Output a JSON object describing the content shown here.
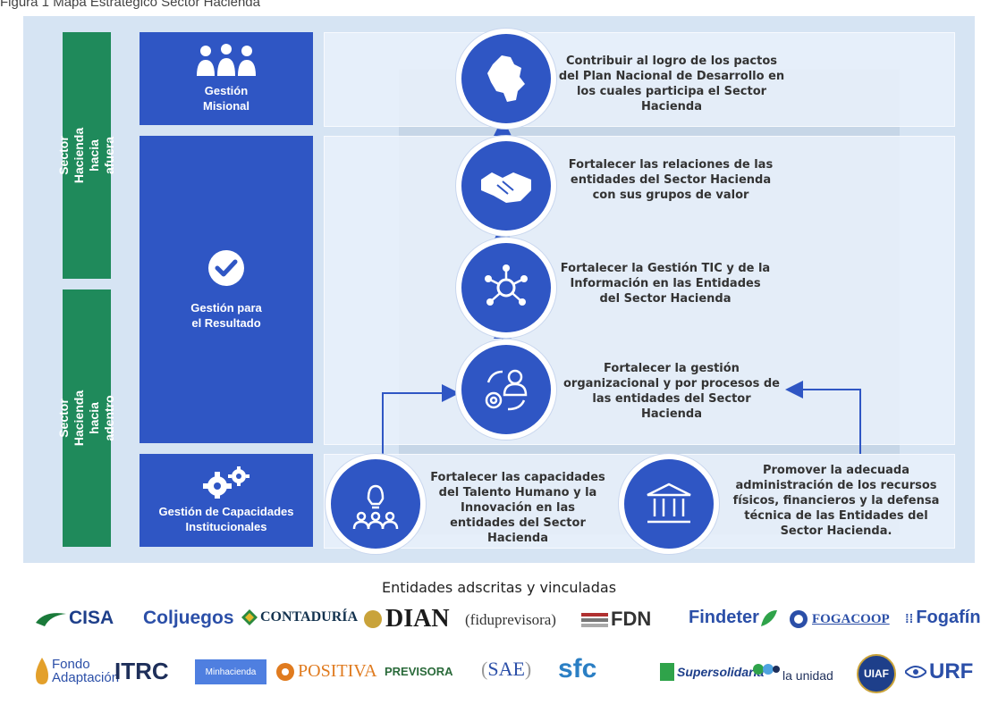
{
  "caption": "Figura 1 Mapa Estratégico Sector Hacienda",
  "side_bars": [
    {
      "label": "Sector Hacienda\nhacia afuera"
    },
    {
      "label": "Sector Hacienda\nhacia adentro"
    }
  ],
  "boxes": [
    {
      "label": "Gestión\nMisional",
      "icon": "people-icon"
    },
    {
      "label": "Gestión para\nel Resultado",
      "icon": "check-circle-icon"
    },
    {
      "label": "Gestión de Capacidades\nInstitucionales",
      "icon": "gears-icon"
    }
  ],
  "objectives": [
    {
      "text": "Contribuir al logro de los pactos del Plan Nacional de Desarrollo en los cuales participa el Sector Hacienda",
      "icon": "colombia-map-icon"
    },
    {
      "text": "Fortalecer las relaciones de las entidades del Sector Hacienda con sus grupos de valor",
      "icon": "handshake-icon"
    },
    {
      "text": "Fortalecer la Gestión TIC y de la Información en las Entidades del Sector Hacienda",
      "icon": "network-icon"
    },
    {
      "text": "Fortalecer la gestión organizacional y por procesos de las entidades del Sector Hacienda",
      "icon": "process-user-icon"
    },
    {
      "text": "Fortalecer las capacidades del Talento Humano y la Innovación en las entidades del Sector Hacienda",
      "icon": "idea-people-icon"
    },
    {
      "text": "Promover la adecuada administración de los recursos físicos, financieros y la defensa técnica de las Entidades del Sector Hacienda.",
      "icon": "institution-icon"
    }
  ],
  "logos_title": "Entidades adscritas y vinculadas",
  "logos_row1": [
    "CISA",
    "Coljuegos",
    "CONTADURÍA",
    "DIAN",
    "(fiduprevisora)",
    "FDN",
    "Findeter",
    "FOGACOOP",
    "Fogafín"
  ],
  "logos_row2": [
    "Fondo Adaptación",
    "ITRC",
    "Minhacienda",
    "POSITIVA",
    "PREVISORA",
    "SAE",
    "sfc",
    "Supersolidaria",
    "la unidad",
    "UIAF",
    "URF"
  ],
  "colors": {
    "primary_blue": "#2f56c4",
    "green": "#1f8a5b",
    "background": "#d6e4f3"
  }
}
